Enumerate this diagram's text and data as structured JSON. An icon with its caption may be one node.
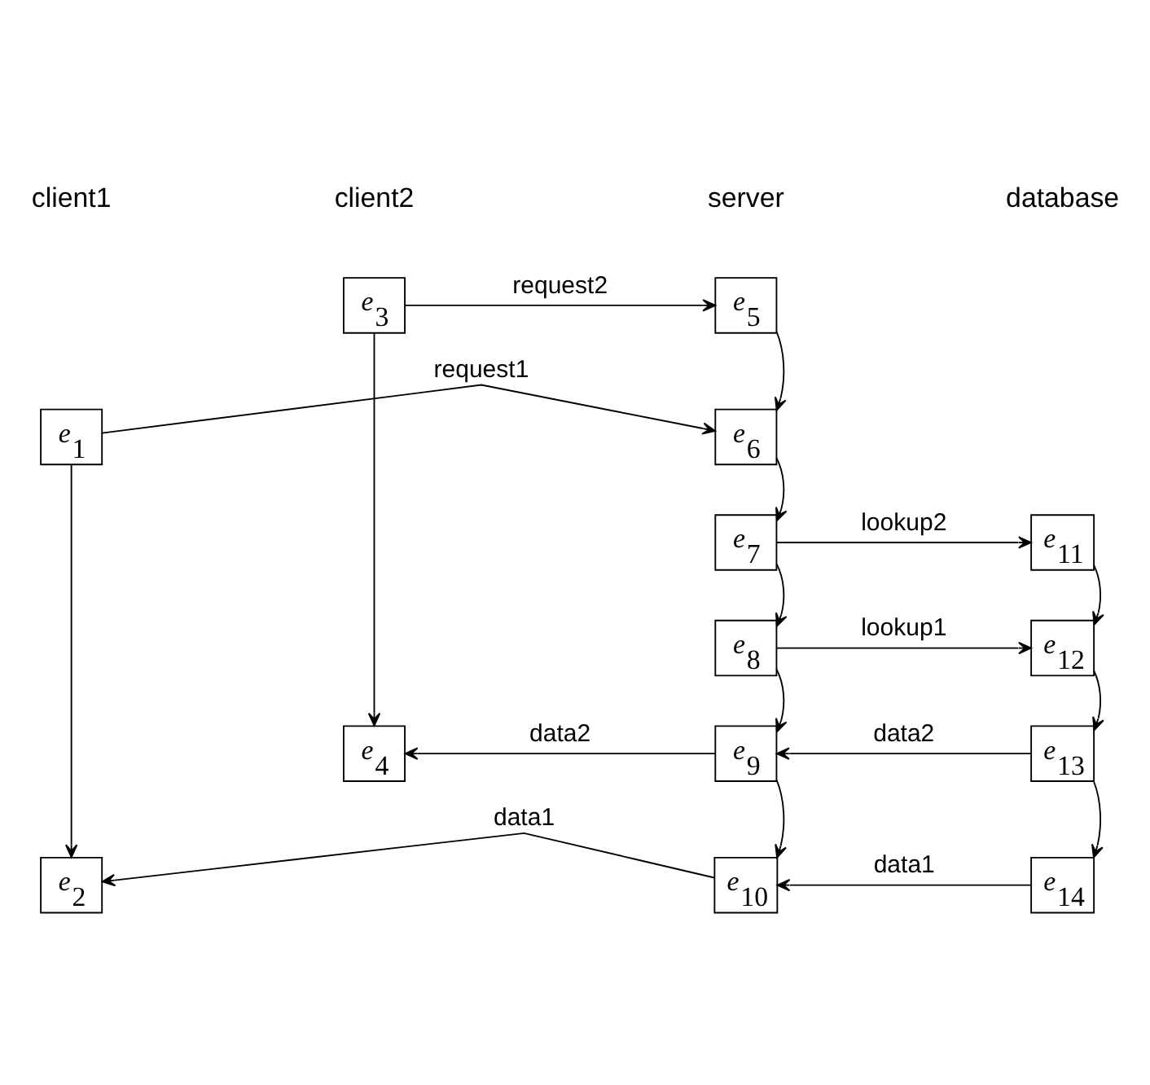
{
  "diagram": {
    "nodes": [
      {
        "text": [
          "*e*$_{1}$"
        ]
      },
      {
        "text": [
          "*e*$_{2}$"
        ]
      },
      {
        "text": [
          "*e*$_{3}$"
        ]
      },
      {
        "text": [
          "*e*$_{4}$"
        ]
      },
      {
        "text": [
          "*e*$_{5}$"
        ]
      },
      {
        "text": [
          "*e*$_{6}$"
        ]
      },
      {
        "text": [
          "*e*$_{7}$"
        ]
      },
      {
        "text": [
          "*e*$_{8}$"
        ]
      },
      {
        "text": [
          "*e*$_{9}$"
        ]
      },
      {
        "text": [
          "*e*$_{10}$"
        ]
      },
      {
        "text": [
          "*e*$_{11}$"
        ]
      },
      {
        "text": [
          "*e*$_{12}$"
        ]
      },
      {
        "text": [
          "*e*$_{13}$"
        ]
      },
      {
        "text": [
          "*e*$_{14}$"
        ]
      }
    ],
    "edges": [
      {
        "from": 2,
        "to": 4,
        "arrow": "to",
        "label": "request2"
      },
      {
        "from": 4,
        "to": 5,
        "arrow": "to"
      },
      {
        "from": 0,
        "to": 5,
        "arrow": "to",
        "label": "request1"
      },
      {
        "from": 5,
        "to": 6,
        "arrow": "to"
      },
      {
        "from": 6,
        "to": 10,
        "arrow": "to",
        "label": "lookup2"
      },
      {
        "from": 6,
        "to": 7,
        "arrow": "to"
      },
      {
        "from": 7,
        "to": 11,
        "arrow": "to",
        "label": "lookup1"
      },
      {
        "from": 10,
        "to": 11,
        "arrow": "to"
      },
      {
        "from": 7,
        "to": 8,
        "arrow": "to"
      },
      {
        "from": 11,
        "to": 12,
        "arrow": "to"
      },
      {
        "from": 12,
        "to": 8,
        "arrow": "to",
        "label": "data2"
      },
      {
        "from": 8,
        "to": 3,
        "arrow": "to",
        "label": "data2"
      },
      {
        "from": 2,
        "to": 3,
        "arrow": "to"
      },
      {
        "from": 0,
        "to": 1,
        "arrow": "to"
      },
      {
        "from": 8,
        "to": 9,
        "arrow": "to"
      },
      {
        "from": 12,
        "to": 13,
        "arrow": "to"
      },
      {
        "from": 13,
        "to": 9,
        "arrow": "to",
        "label": "data1"
      },
      {
        "from": 9,
        "to": 1,
        "arrow": "to",
        "label": "data1"
      }
    ],
    "labels": [
      "client1",
      "client2",
      "server",
      "database"
    ]
  }
}
